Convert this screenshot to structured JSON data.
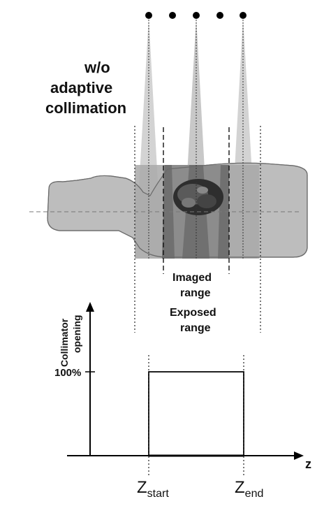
{
  "title": {
    "line1": "w/o",
    "line2": "adaptive",
    "line3": "collimation"
  },
  "labels": {
    "imaged_line1": "Imaged",
    "imaged_line2": "range",
    "exposed_line1": "Exposed",
    "exposed_line2": "range"
  },
  "plot": {
    "y_axis_line1": "Collimator",
    "y_axis_line2": "opening",
    "y_tick": "100%",
    "x_axis": "z",
    "z_start_main": "Z",
    "z_start_sub": "start",
    "z_end_main": "Z",
    "z_end_sub": "end"
  },
  "chart_data": {
    "type": "line",
    "x": [
      "Zstart",
      "Zstart",
      "Zend",
      "Zend"
    ],
    "y": [
      0,
      100,
      100,
      0
    ],
    "ylabel": "Collimator opening",
    "xlabel": "z",
    "y_ticks": [
      "100%"
    ]
  },
  "colors": {
    "body": "#bfbfbf",
    "body_outline": "#888888",
    "beam_light": "#cfcfcf",
    "exposed_region": "#a8a8a8",
    "imaged_region": "#8a8a8a",
    "overlap_dark": "#6e6e6e"
  },
  "sources": {
    "count": 5
  }
}
